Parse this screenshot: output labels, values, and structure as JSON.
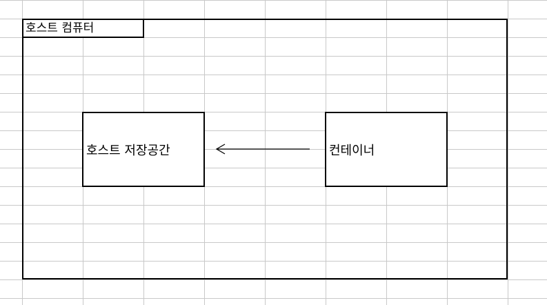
{
  "diagram": {
    "host": {
      "label": "호스트 컴퓨터"
    },
    "nodes": [
      {
        "id": "storage",
        "label": "호스트 저장공간"
      },
      {
        "id": "container",
        "label": "컨테이너"
      }
    ],
    "edges": [
      {
        "from": "container",
        "to": "storage"
      }
    ]
  }
}
